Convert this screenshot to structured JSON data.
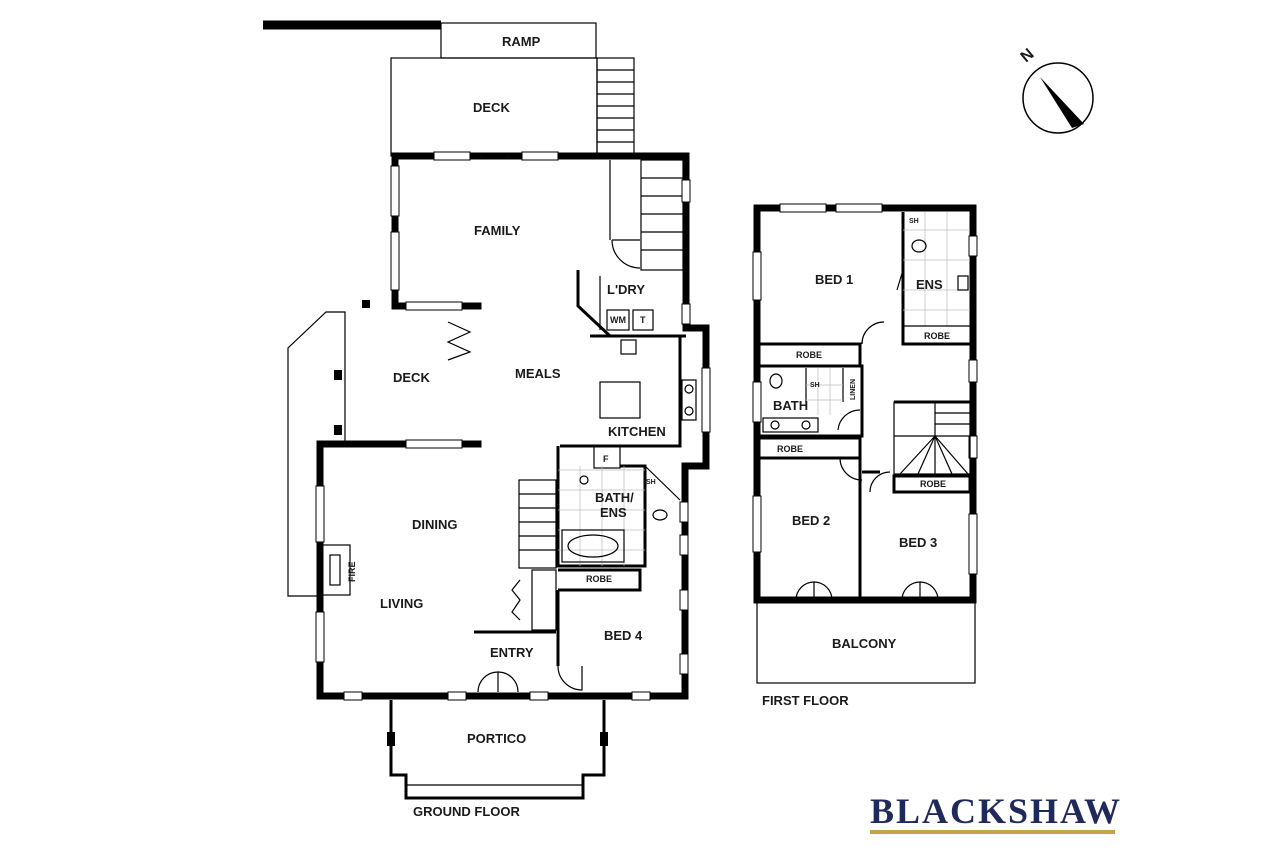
{
  "compass": {
    "north_label": "N",
    "icon": "compass-arrow-icon"
  },
  "ground_floor": {
    "title": "GROUND FLOOR",
    "rooms": {
      "ramp": "RAMP",
      "deck_top": "DECK",
      "family": "FAMILY",
      "laundry": "L'DRY",
      "wm": "WM",
      "t": "T",
      "deck_side": "DECK",
      "meals": "MEALS",
      "kitchen": "KITCHEN",
      "f": "F",
      "dining": "DINING",
      "bath_ens_1": "BATH/",
      "bath_ens_2": "ENS",
      "sh": "SH",
      "fire": "FIRE",
      "living": "LIVING",
      "robe": "ROBE",
      "bed4": "BED 4",
      "entry": "ENTRY",
      "portico": "PORTICO"
    }
  },
  "first_floor": {
    "title": "FIRST FLOOR",
    "rooms": {
      "bed1": "BED 1",
      "sh_ens": "SH",
      "ens": "ENS",
      "robe_ens": "ROBE",
      "robe_bed1": "ROBE",
      "sh_bath": "SH",
      "linen": "LINEN",
      "bath": "BATH",
      "robe_bath": "ROBE",
      "robe_bed3": "ROBE",
      "bed2": "BED 2",
      "bed3": "BED 3",
      "balcony": "BALCONY"
    }
  },
  "brand": {
    "name": "BLACKSHAW",
    "underline_color": "#c8a24a",
    "text_color": "#1f2a5a"
  }
}
